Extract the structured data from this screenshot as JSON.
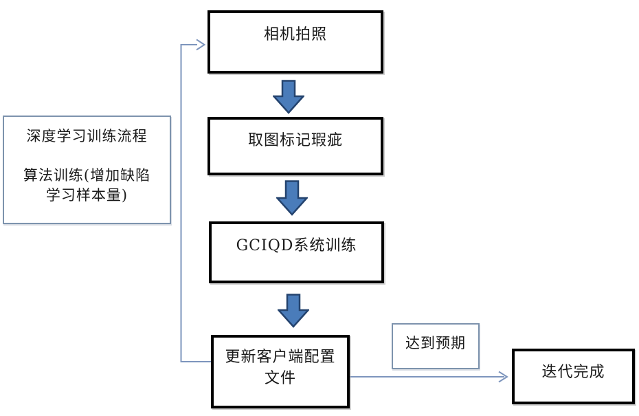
{
  "boxes": {
    "note": {
      "lines": [
        "深度学习训练流程",
        "算法训练(增加缺陷",
        "学习样本量)"
      ]
    },
    "camera": {
      "label": "相机拍照"
    },
    "mark": {
      "label": "取图标记瑕疵"
    },
    "train": {
      "label": "GCIQD系统训练"
    },
    "update": {
      "lines": [
        "更新客户端配置",
        "文件"
      ]
    },
    "expect": {
      "label": "达到预期"
    },
    "done": {
      "label": "迭代完成"
    }
  },
  "colors": {
    "box_border": "#000000",
    "note_border": "#7d93ad",
    "connector_line": "#7d95bd",
    "arrow_fill": "#4a7cba",
    "arrow_stroke": "#24436e"
  }
}
